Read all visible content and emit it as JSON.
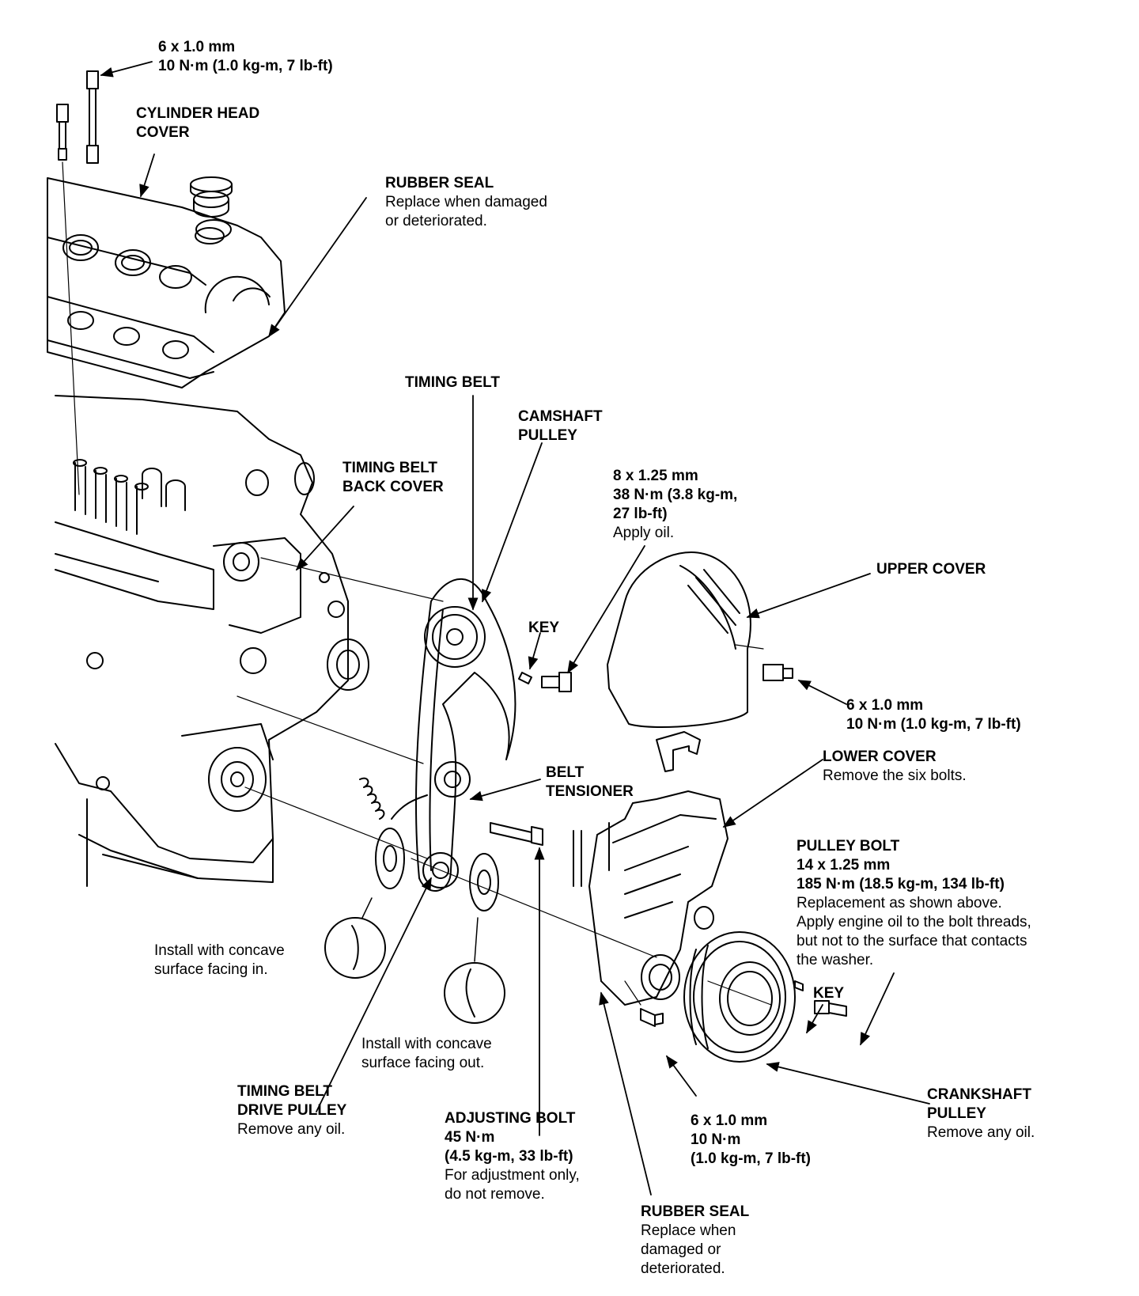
{
  "labels": {
    "top_bolt": {
      "lines": [
        {
          "text": "6 x 1.0 mm",
          "bold": true
        },
        {
          "text": "10 N·m (1.0 kg-m, 7 lb-ft)",
          "bold": true
        }
      ]
    },
    "cylinder_head_cover": {
      "lines": [
        {
          "text": "CYLINDER HEAD",
          "bold": true
        },
        {
          "text": "COVER",
          "bold": true
        }
      ]
    },
    "rubber_seal_top": {
      "lines": [
        {
          "text": "RUBBER SEAL",
          "bold": true
        },
        {
          "text": "Replace when damaged",
          "bold": false
        },
        {
          "text": "or deteriorated.",
          "bold": false
        }
      ]
    },
    "timing_belt": {
      "lines": [
        {
          "text": "TIMING BELT",
          "bold": true
        }
      ]
    },
    "camshaft_pulley": {
      "lines": [
        {
          "text": "CAMSHAFT",
          "bold": true
        },
        {
          "text": "PULLEY",
          "bold": true
        }
      ]
    },
    "timing_belt_back_cover": {
      "lines": [
        {
          "text": "TIMING BELT",
          "bold": true
        },
        {
          "text": "BACK COVER",
          "bold": true
        }
      ]
    },
    "cam_bolt": {
      "lines": [
        {
          "text": "8 x 1.25 mm",
          "bold": true
        },
        {
          "text": "38 N·m (3.8 kg-m,",
          "bold": true
        },
        {
          "text": "27 lb-ft)",
          "bold": true
        },
        {
          "text": "Apply oil.",
          "bold": false
        }
      ]
    },
    "upper_cover": {
      "lines": [
        {
          "text": "UPPER COVER",
          "bold": true
        }
      ]
    },
    "key_top": {
      "lines": [
        {
          "text": "KEY",
          "bold": true
        }
      ]
    },
    "upper_cover_bolt": {
      "lines": [
        {
          "text": "6 x 1.0 mm",
          "bold": true
        },
        {
          "text": "10 N·m (1.0 kg-m, 7 lb-ft)",
          "bold": true
        }
      ]
    },
    "lower_cover": {
      "lines": [
        {
          "text": "LOWER COVER",
          "bold": true
        },
        {
          "text": "Remove the six bolts.",
          "bold": false
        }
      ]
    },
    "belt_tensioner": {
      "lines": [
        {
          "text": "BELT",
          "bold": true
        },
        {
          "text": "TENSIONER",
          "bold": true
        }
      ]
    },
    "pulley_bolt": {
      "lines": [
        {
          "text": "PULLEY BOLT",
          "bold": true
        },
        {
          "text": "14 x 1.25 mm",
          "bold": true
        },
        {
          "text": "185 N·m (18.5 kg-m, 134 lb-ft)",
          "bold": true
        },
        {
          "text": "Replacement as shown above.",
          "bold": false
        },
        {
          "text": "Apply engine oil to the bolt threads,",
          "bold": false
        },
        {
          "text": "but not to the surface that contacts",
          "bold": false
        },
        {
          "text": "the washer.",
          "bold": false
        }
      ]
    },
    "concave_in": {
      "lines": [
        {
          "text": "Install with concave",
          "bold": false
        },
        {
          "text": "surface facing in.",
          "bold": false
        }
      ]
    },
    "key_bottom": {
      "lines": [
        {
          "text": "KEY",
          "bold": true
        }
      ]
    },
    "concave_out": {
      "lines": [
        {
          "text": "Install with concave",
          "bold": false
        },
        {
          "text": "surface facing out.",
          "bold": false
        }
      ]
    },
    "drive_pulley": {
      "lines": [
        {
          "text": "TIMING BELT",
          "bold": true
        },
        {
          "text": "DRIVE PULLEY",
          "bold": true
        },
        {
          "text": "Remove any oil.",
          "bold": false
        }
      ]
    },
    "adjusting_bolt": {
      "lines": [
        {
          "text": "ADJUSTING BOLT",
          "bold": true
        },
        {
          "text": "45 N·m",
          "bold": true
        },
        {
          "text": "(4.5 kg-m, 33 lb-ft)",
          "bold": true
        },
        {
          "text": "For adjustment only,",
          "bold": false
        },
        {
          "text": "do not remove.",
          "bold": false
        }
      ]
    },
    "lower_bolt": {
      "lines": [
        {
          "text": "6 x 1.0 mm",
          "bold": true
        },
        {
          "text": "10 N·m",
          "bold": true
        },
        {
          "text": "(1.0 kg-m, 7 lb-ft)",
          "bold": true
        }
      ]
    },
    "crankshaft_pulley": {
      "lines": [
        {
          "text": "CRANKSHAFT",
          "bold": true
        },
        {
          "text": "PULLEY",
          "bold": true
        },
        {
          "text": "Remove any oil.",
          "bold": false
        }
      ]
    },
    "rubber_seal_bottom": {
      "lines": [
        {
          "text": "RUBBER SEAL",
          "bold": true
        },
        {
          "text": "Replace when",
          "bold": false
        },
        {
          "text": "damaged or",
          "bold": false
        },
        {
          "text": "deteriorated.",
          "bold": false
        }
      ]
    }
  }
}
